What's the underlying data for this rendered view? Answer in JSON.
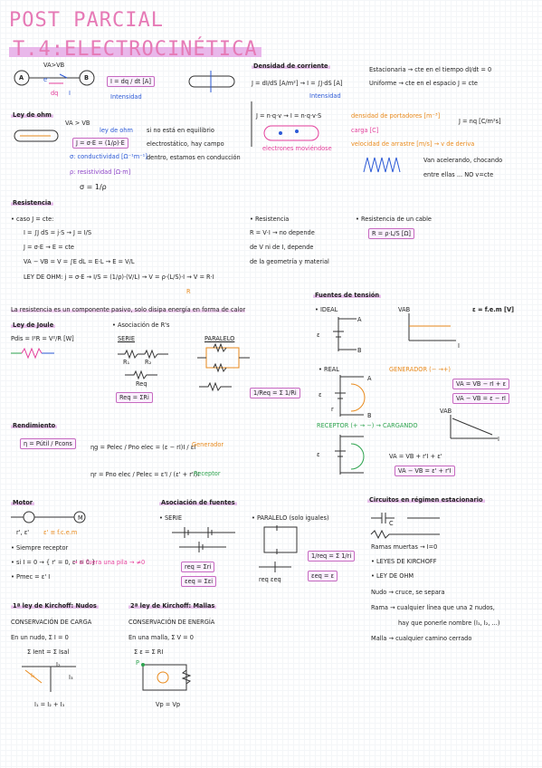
{
  "title1": "POST PARCIAL",
  "title2": "T.4:ELECTROCINÉTICA",
  "top": {
    "vavb": "VA>VB",
    "a": "A",
    "b": "B",
    "flow": "e⁻",
    "i": "I",
    "dq": "dq",
    "I2": "I",
    "i_formula": "I = dq / dt  [A]",
    "interval": "Intensidad"
  },
  "densidad": {
    "head": "Densidad de corriente",
    "f1": "J = dI/dS  [A/m²] → I = ∫J·dS  [A]",
    "f1b": "Intensidad",
    "f2": "J = n·q·v → I = n·q·v·S",
    "electrones": "electrones moviéndose",
    "estacionaria": "Estacionaria → cte en el tiempo  dI/dt = 0",
    "uniforme": "Uniforme → cte en el espacio   J = cte",
    "portadores": "densidad de portadores [m⁻³]",
    "carga": "carga [C]",
    "velocidad": "velocidad de arrastre [m/s] → v de deriva",
    "jformula": "J = nq [C/m²s]",
    "acelerando": "Van acelerando, chocando",
    "entre": "entre ellas ... NO  v=cte"
  },
  "ohm": {
    "head": "Ley de ohm",
    "vavb": "VA > VB",
    "ley": "ley de ohm",
    "formula": "J = σ·E = (1/ρ)·E",
    "sigma": "σ: conductividad [Ω⁻¹m⁻¹]",
    "rho": "ρ: resistividad [Ω·m]",
    "sr": "σ = 1/ρ",
    "note1": "si no está en equilibrio",
    "note2": "electrostático, hay campo",
    "note3": "dentro, estamos en conducción"
  },
  "resist": {
    "head": "Resistencia",
    "caso": "• caso J = cte:",
    "l1": "I = ∫J dS = j·S → J = I/S",
    "l2": "J = σ·E → E = cte",
    "l3": "VA − VB = V = ∫E dL = E·L → E = V/L",
    "l4": "LEY DE OHM:  j = σ·E → I/S = (1/ρ)·(V/L) → V = ρ·(L/S)·I → V = R·I",
    "r": "R",
    "bullet": "• Resistencia",
    "b1": "R = V·I → no depende",
    "b2": "de V ni de I, depende",
    "b3": "de la geometría y material",
    "cable": "• Resistencia de un cable",
    "cableform": "R = ρ·L/S  [Ω]"
  },
  "mid": {
    "pasivo": "La resistencia es un componente pasivo, solo disipa energía en forma de calor",
    "joule": "Ley de Joule",
    "joulef": "Pdis = I²R = V²/R  [W]",
    "asoc": "• Asociación de R's",
    "serie": "SERIE",
    "paralelo": "PARALELO",
    "req_s": "Req = ΣRi",
    "req_p": "1/Req = Σ 1/Ri",
    "r1": "R₁",
    "r2": "R₂",
    "req": "Req"
  },
  "fuentes": {
    "head": "Fuentes de tensión",
    "fem": "ε = f.e.m [V]",
    "ideal": "• IDEAL",
    "vab": "VAB",
    "i": "I",
    "real": "• REAL",
    "gen": "GENERADOR (− →+)",
    "g1": "VA = VB − rI + ε",
    "g2": "VA − VB = ε − rI",
    "rec": "RECEPTOR (+ → −) → CARGANDO",
    "r1": "VA = VB + r'I + ε'",
    "r2": "VA − VB = ε' + r'I",
    "e": "ε",
    "a": "A",
    "b": "B",
    "r": "r"
  },
  "rend": {
    "head": "Rendimiento",
    "eta": "η = Pútil / Pcons",
    "g": "ηg = Pelec / Pno elec = (ε − rI)I / εI",
    "gen": "Generador",
    "r": "ηr = Pno elec / Pelec = ε'I / (ε' + r'I)I",
    "rec": "Receptor"
  },
  "motor": {
    "head": "Motor",
    "label": "r', ε'",
    "fcem": "ε' ≡ f.c.e.m",
    "b1": "• Siempre receptor",
    "b2": "• si I = 0 → { r' = 0, ε' = 0 }",
    "b2b": "→ si fuera una pila → ≠0",
    "b3": "• Pmec = ε' I",
    "m": "M"
  },
  "asocf": {
    "head": "Asociación de fuentes",
    "serie": "• SERIE",
    "paralelo": "• PARALELO (solo iguales)",
    "eq_s": "req = Σri",
    "eq_s2": "εeq = Σεi",
    "eq_p": "1/req = Σ 1/ri",
    "eq_p2": "εeq = ε",
    "eq_lbl": "req εeq"
  },
  "circ": {
    "head": "Circuitos en régimen estacionario",
    "c": "C",
    "ramas": "Ramas muertas → I=0",
    "b1": "• LEYES DE KIRCHOFF",
    "b2": "• LEY DE OHM",
    "nudo": "Nudo → cruce, se separa",
    "rama": "Rama → cualquier línea que una 2 nudos,",
    "rama2": "hay que ponerle nombre (I₁, I₂, ...)",
    "malla": "Malla → cualquier camino cerrado"
  },
  "k1": {
    "head": "1ª ley de Kirchoff: Nudos",
    "sub": "CONSERVACIÓN DE CARGA",
    "l1": "En un nudo, Σ I = 0",
    "l2": "Σ Ient = Σ Isal",
    "res": "I₁ = I₂ + I₃",
    "i1": "I₁",
    "i2": "I₂",
    "i3": "I₃"
  },
  "k2": {
    "head": "2ª ley de Kirchoff: Mallas",
    "sub": "CONSERVACIÓN DE ENERGÍA",
    "l1": "En una malla, Σ V = 0",
    "l2": "Σ ε = Σ RI",
    "res": "Vp = Vp",
    "p": "P"
  }
}
